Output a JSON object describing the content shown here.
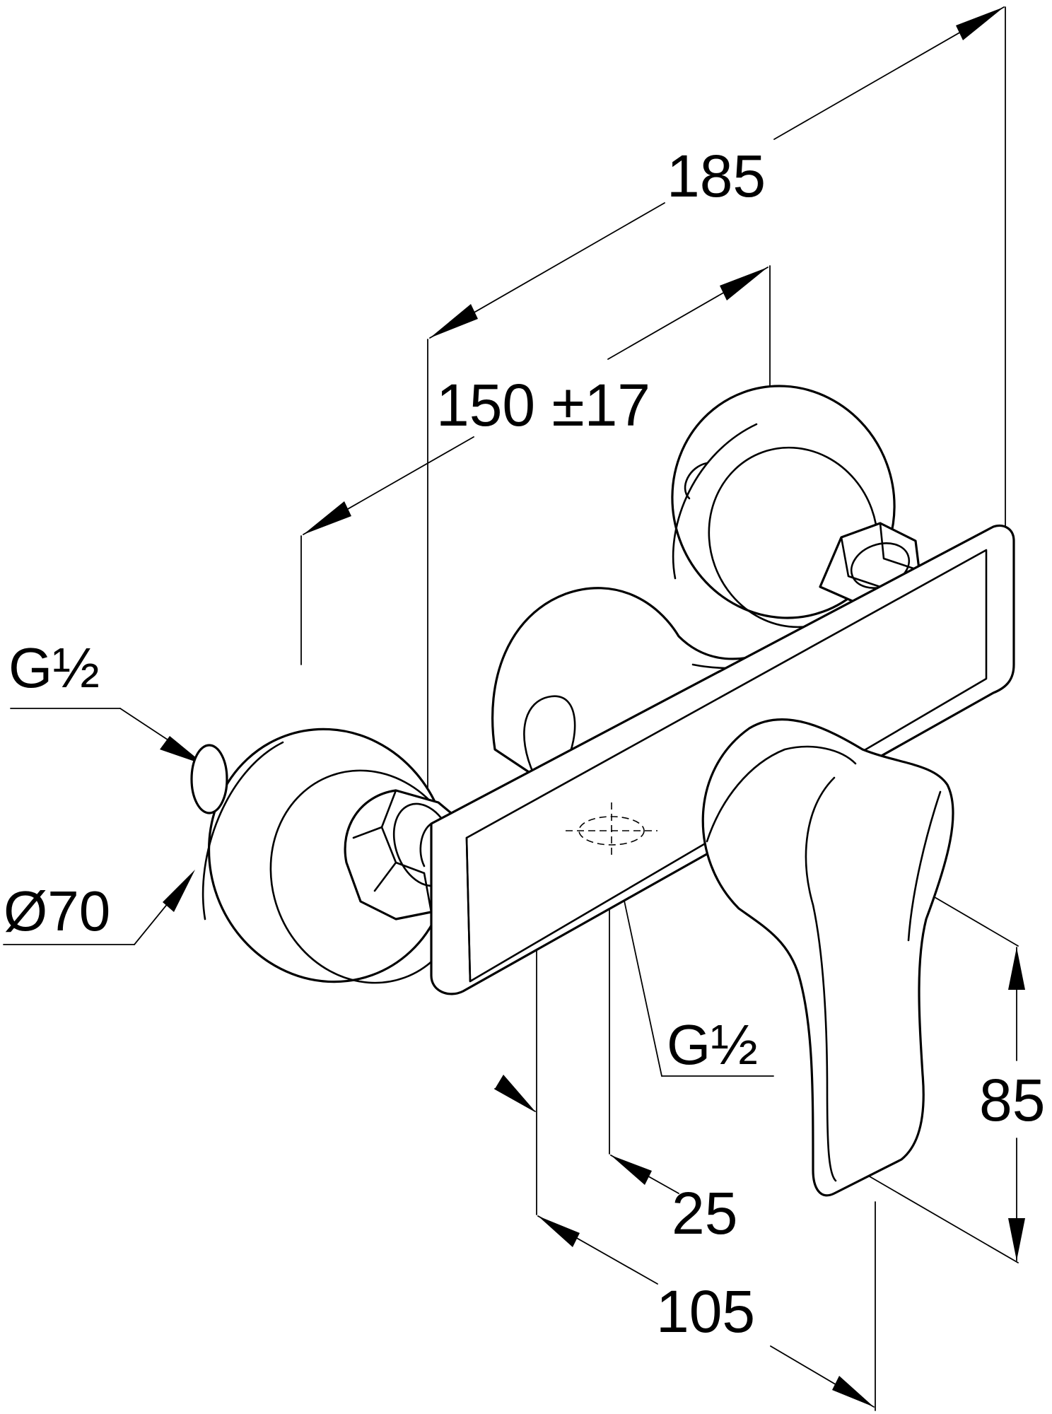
{
  "dimensions": {
    "overall_width": "185",
    "pipe_centers": "150 ±17",
    "inlet_thread": "G½",
    "rosette_diameter": "Ø70",
    "outlet_thread": "G½",
    "lever_height": "85",
    "outlet_offset": "25",
    "projection": "105"
  }
}
